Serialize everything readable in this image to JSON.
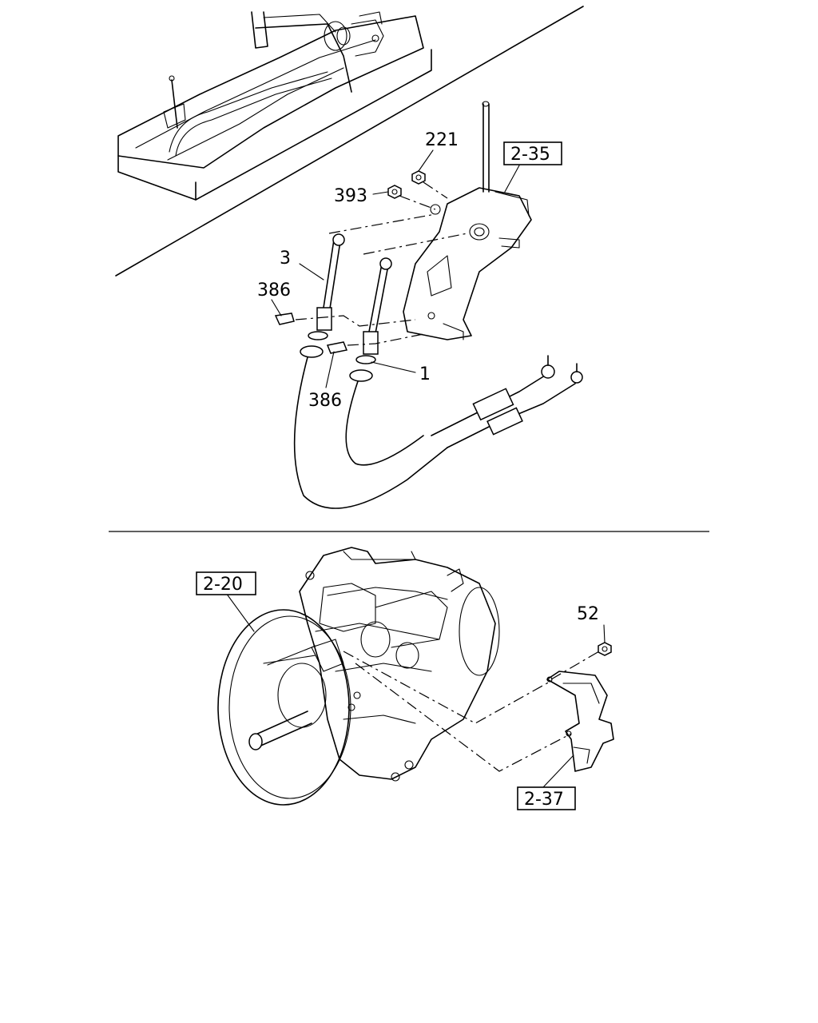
{
  "callouts": {
    "c221": "221",
    "c393": "393",
    "c3": "3",
    "c386a": "386",
    "c386b": "386",
    "c1": "1",
    "c52": "52"
  },
  "refs": {
    "r235": "2-35",
    "r220": "2-20",
    "r237": "2-37"
  }
}
